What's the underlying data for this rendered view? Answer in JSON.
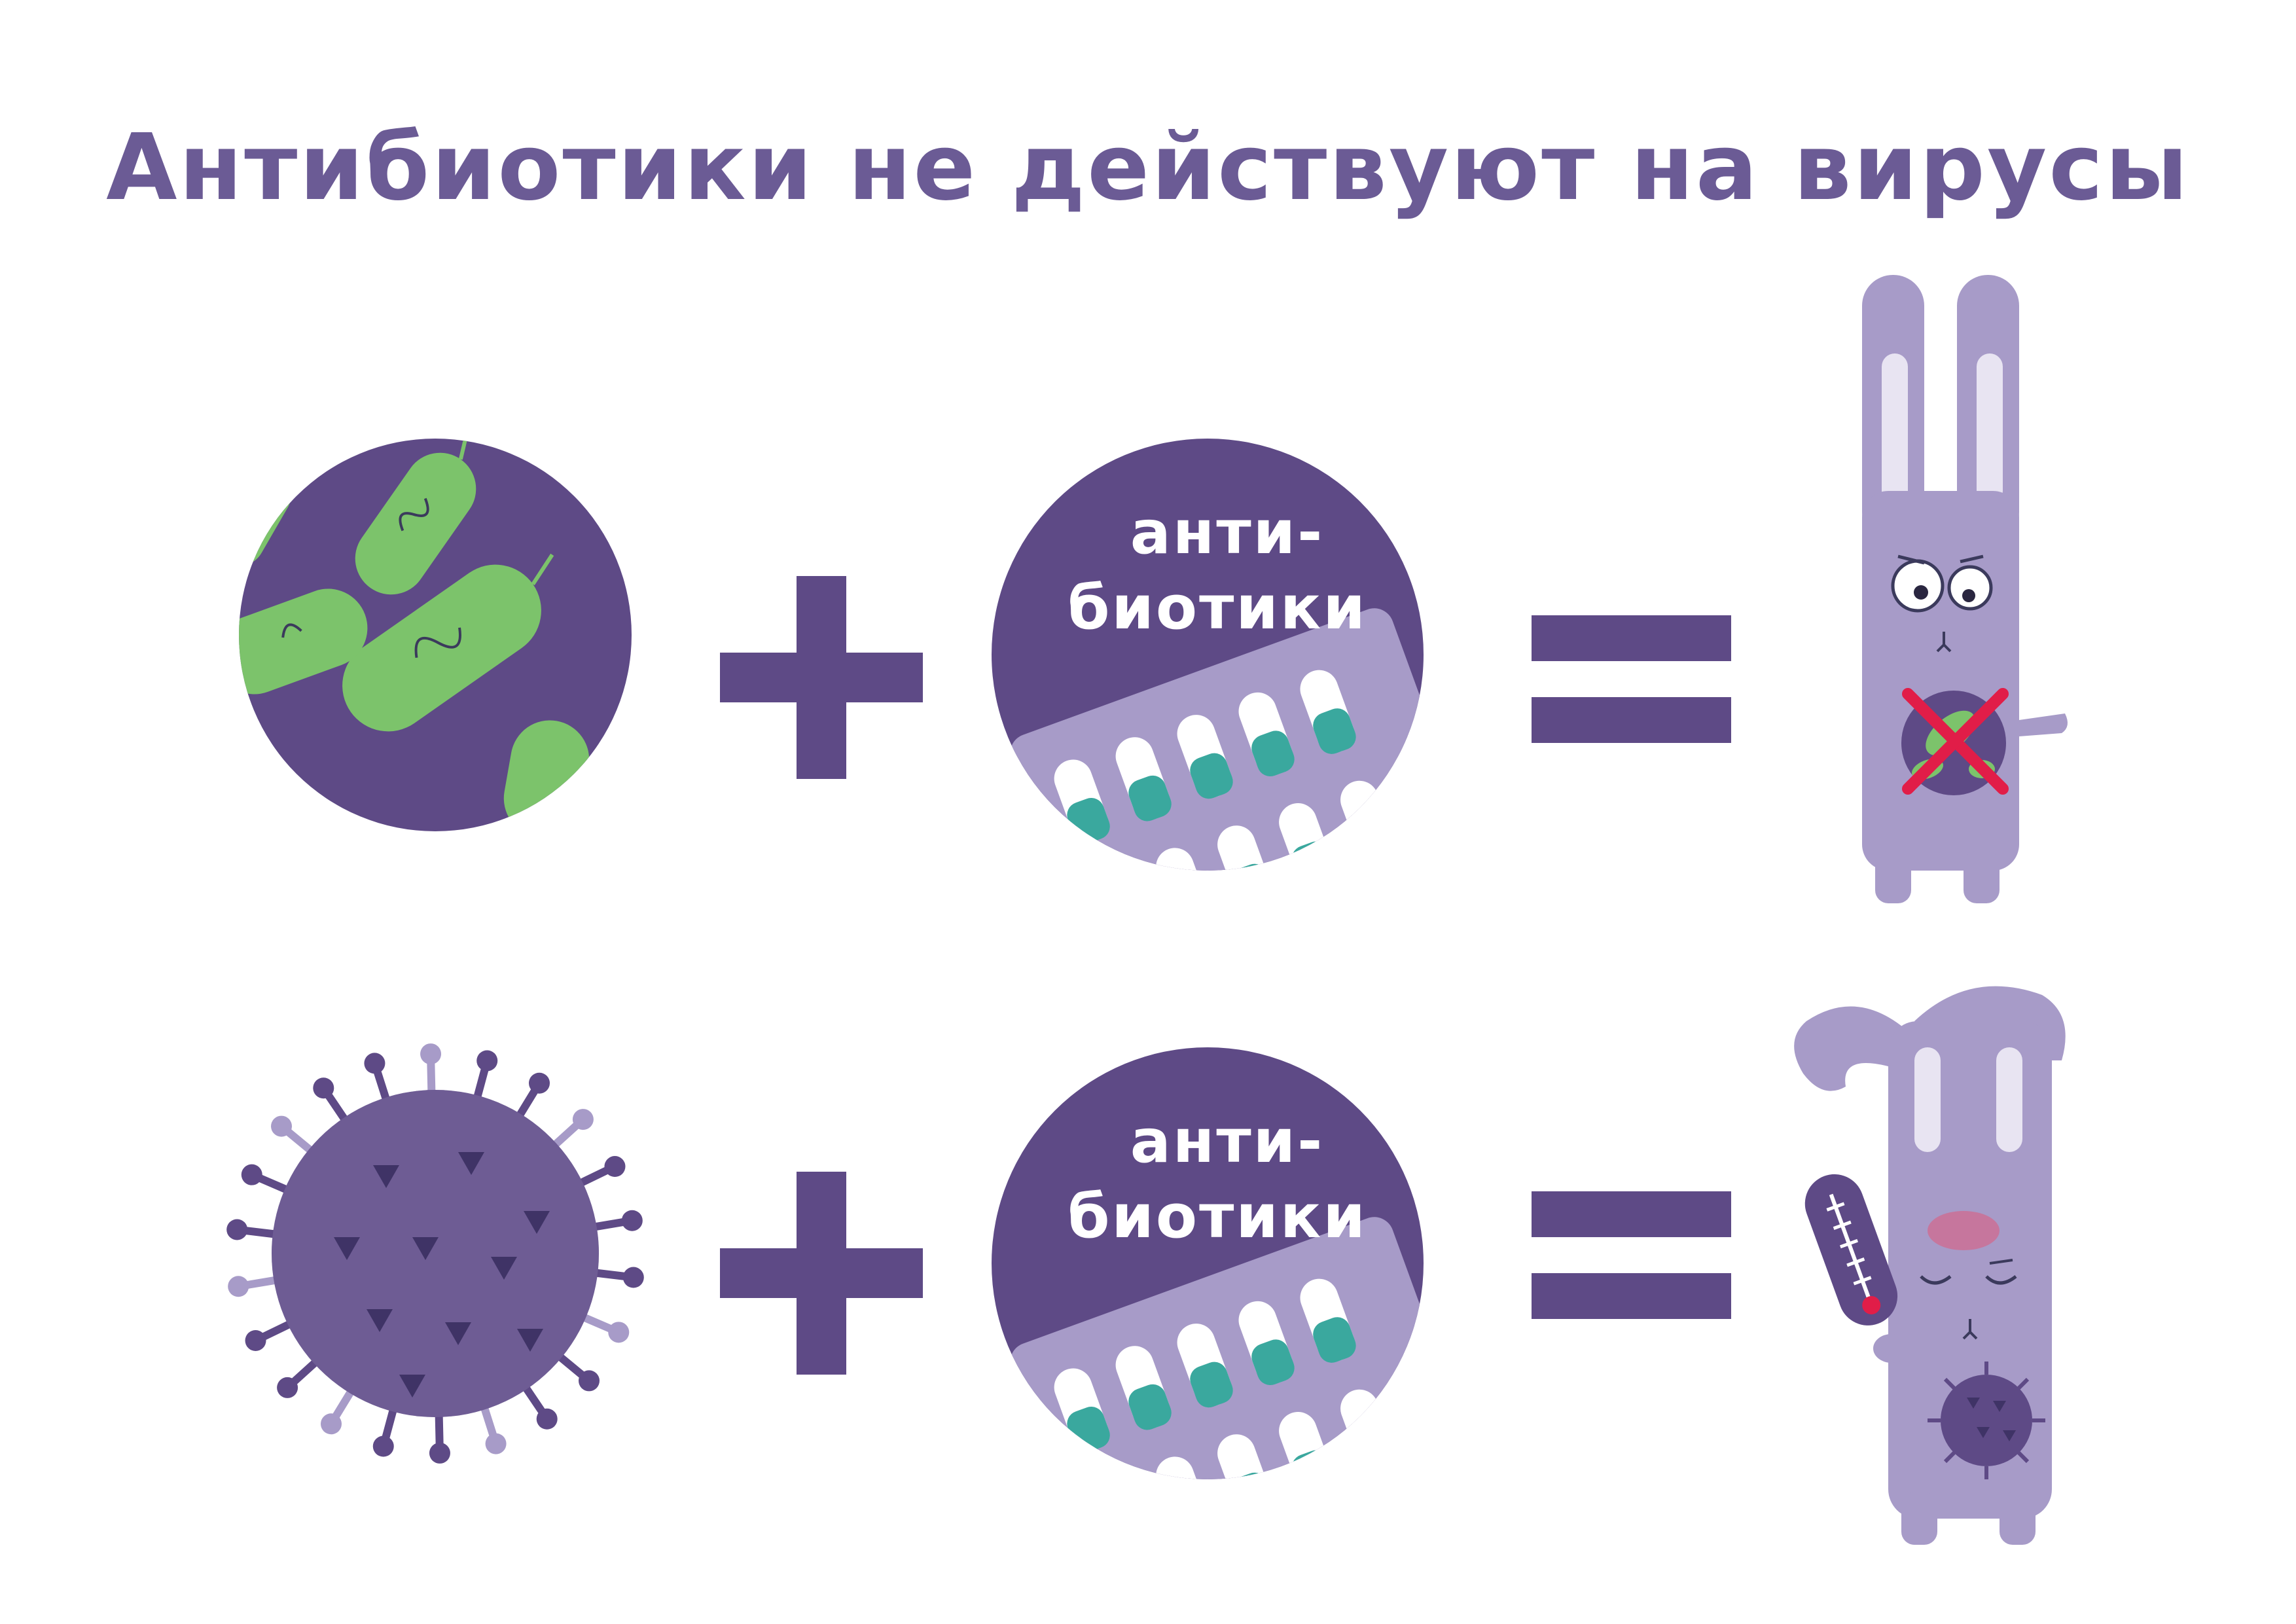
{
  "title": "Антибиотики не действуют на вирусы",
  "colors": {
    "purple_dark": "#5e4a86",
    "purple_title": "#6b5b95",
    "purple_light": "#a79bc8",
    "green": "#7cc36b",
    "teal": "#3aa89e",
    "teal_light": "#b7ded8",
    "red": "#e11d48",
    "white": "#ffffff"
  },
  "rows": [
    {
      "left_item": "bacteria",
      "antibiotic_label_line1": "анти-",
      "antibiotic_label_line2": "биотики",
      "result": "healthy-bunny"
    },
    {
      "left_item": "virus",
      "antibiotic_label_line1": "анти-",
      "antibiotic_label_line2": "биотики",
      "result": "sick-bunny"
    }
  ]
}
